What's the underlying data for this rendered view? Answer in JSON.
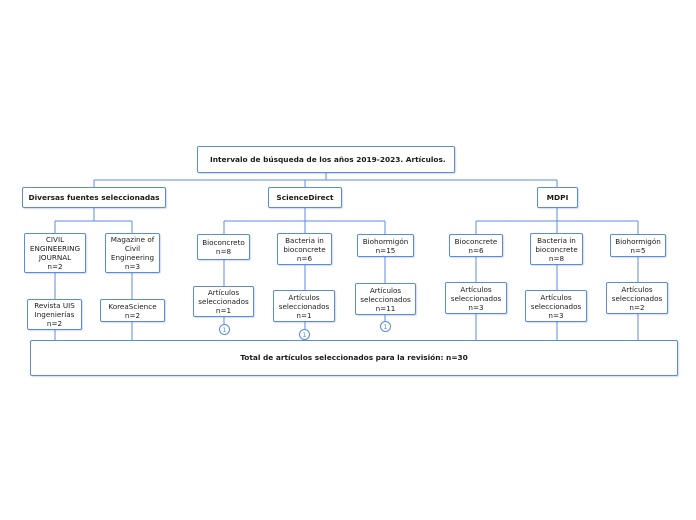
{
  "root": {
    "label": "Intervalo de búsqueda de los años 2019-2023. Artículos."
  },
  "groups": {
    "diversas": {
      "label": "Diversas fuentes seleccionadas"
    },
    "sciencedirect": {
      "label": "ScienceDirect"
    },
    "mdpi": {
      "label": "MDPI"
    }
  },
  "diversas": {
    "civil": {
      "label": "CIVIL\nENGINEERING\nJOURNAL\nn=2"
    },
    "civil_child": {
      "label": "Revista UIS\nIngenierías\nn=2"
    },
    "magazine": {
      "label": "Magazine of\nCivil\nEngineering\nn=3"
    },
    "magazine_child": {
      "label": "KoreaScience\nn=2"
    }
  },
  "sciencedirect": {
    "bioconcreto": {
      "label": "Bioconcreto\nn=8"
    },
    "bioconcreto_child": {
      "label": "Artículos\nseleccionados\nn=1"
    },
    "bacteria": {
      "label": "Bacteria in\nbioconcrete\nn=6"
    },
    "bacteria_child": {
      "label": "Artículos\nseleccionados\nn=1"
    },
    "biohormigon": {
      "label": "Biohormigón\nn=15"
    },
    "biohormigon_child": {
      "label": "Artículos\nseleccionados\nn=11"
    }
  },
  "mdpi": {
    "bioconcrete": {
      "label": "Bioconcrete\nn=6"
    },
    "bioconcrete_child": {
      "label": "Artículos\nseleccionados\nn=3"
    },
    "bacteria": {
      "label": "Bacteria in\nbioconcrete\nn=8"
    },
    "bacteria_child": {
      "label": "Artículos\nseleccionados\nn=3"
    },
    "biohormigon": {
      "label": "Biohormigón\nn=5"
    },
    "biohormigon_child": {
      "label": "Artículos\nseleccionados\nn=2"
    }
  },
  "badges": [
    "1",
    "1",
    "1"
  ],
  "total": {
    "label": "Total de artículos seleccionados para la revisión: n=30"
  },
  "colors": {
    "line": "#5b8be0",
    "border": "#5b8be0"
  }
}
